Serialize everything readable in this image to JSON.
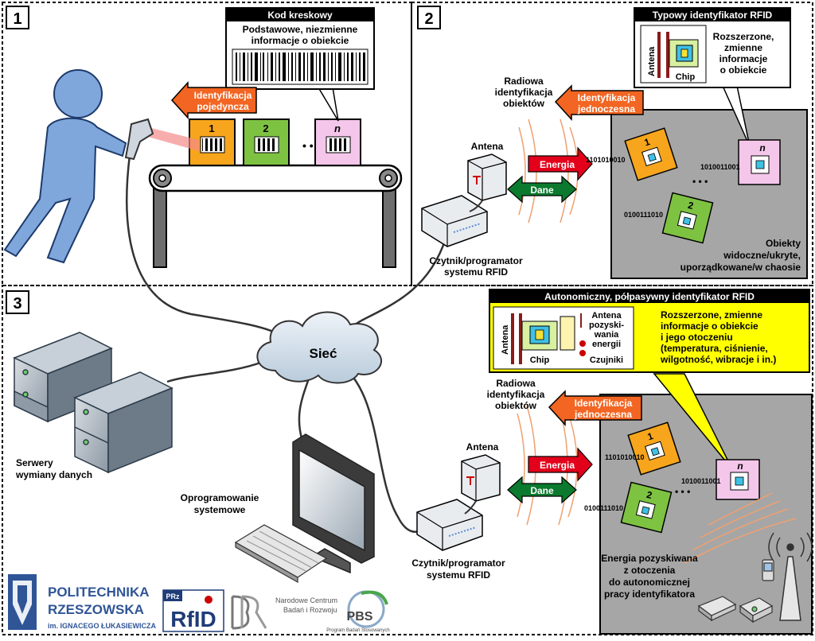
{
  "panels": {
    "p1": "1",
    "p2": "2",
    "p3": "3"
  },
  "barcode": {
    "title": "Kod kreskowy",
    "desc_line1": "Podstawowe, niezmienne",
    "desc_line2": "informacje o obiekcie"
  },
  "single_id": {
    "line1": "Identyfikacja",
    "line2": "pojedyncza"
  },
  "boxes": [
    "1",
    "2",
    "n"
  ],
  "dots": "• • •",
  "panel2": {
    "rfid_title": "Typowy identyfikator RFID",
    "antena": "Antena",
    "chip": "Chip",
    "rfid_desc": [
      "Rozszerzone,",
      "zmienne",
      "informacje",
      "o obiekcie"
    ],
    "radio": [
      "Radiowa",
      "identyfikacja",
      "obiektów"
    ],
    "simul": [
      "Identyfikacja",
      "jednoczesna"
    ],
    "antenna_label": "Antena",
    "energia": "Energia",
    "dane": "Dane",
    "reader": [
      "Czytnik/programator",
      "systemu RFID"
    ],
    "codes": [
      "1101010010",
      "1010011001",
      "0100111010"
    ],
    "objects": [
      "Obiekty",
      "widoczne/ukryte,",
      "uporządkowane/w chaosie"
    ]
  },
  "panel3": {
    "auto_title": "Autonomiczny, półpasywny identyfikator RFID",
    "antena": "Antena",
    "chip": "Chip",
    "antena_harvest": [
      "Antena",
      "pozyski-",
      "wania",
      "energii"
    ],
    "czujniki": "Czujniki",
    "auto_desc": [
      "Rozszerzone, zmienne",
      "informacje o obiekcie",
      "i jego otoczeniu",
      "(temperatura, ciśnienie,",
      "wilgotność, wibracje i in.)"
    ],
    "radio": [
      "Radiowa",
      "identyfikacja",
      "obiektów"
    ],
    "simul": [
      "Identyfikacja",
      "jednoczesna"
    ],
    "antenna_label": "Antena",
    "energia": "Energia",
    "dane": "Dane",
    "reader": [
      "Czytnik/programator",
      "systemu RFID"
    ],
    "codes": [
      "1101010010",
      "1010011001",
      "0100111010"
    ],
    "harvest": [
      "Energia pozyskiwana",
      "z otoczenia",
      "do autonomicznej",
      "pracy identyfikatora"
    ]
  },
  "network": {
    "siec": "Sieć",
    "servers": [
      "Serwery",
      "wymiany danych"
    ],
    "software": [
      "Oprogramowanie",
      "systemowe"
    ]
  },
  "logos": {
    "prz_line1": "POLITECHNIKA",
    "prz_line2": "RZESZOWSKA",
    "prz_line3": "im. IGNACEGO ŁUKASIEWICZA",
    "rfid_small": "PRz",
    "rfid_big": "RfID",
    "ncbr_line1": "Narodowe Centrum",
    "ncbr_line2": "Badań i Rozwoju",
    "pbs_big": "PBS",
    "pbs_small": "Program Badań Stosowanych"
  },
  "colors": {
    "orange_arrow": "#f26522",
    "red_arrow": "#e3001b",
    "green_arrow": "#0b7a2e",
    "box1": "#f7a51c",
    "box2": "#7ec242",
    "boxn": "#f4c6ea",
    "gray_area": "#a6a6a6",
    "yellow_box": "#ffff00",
    "person": "#7fa7dc"
  }
}
